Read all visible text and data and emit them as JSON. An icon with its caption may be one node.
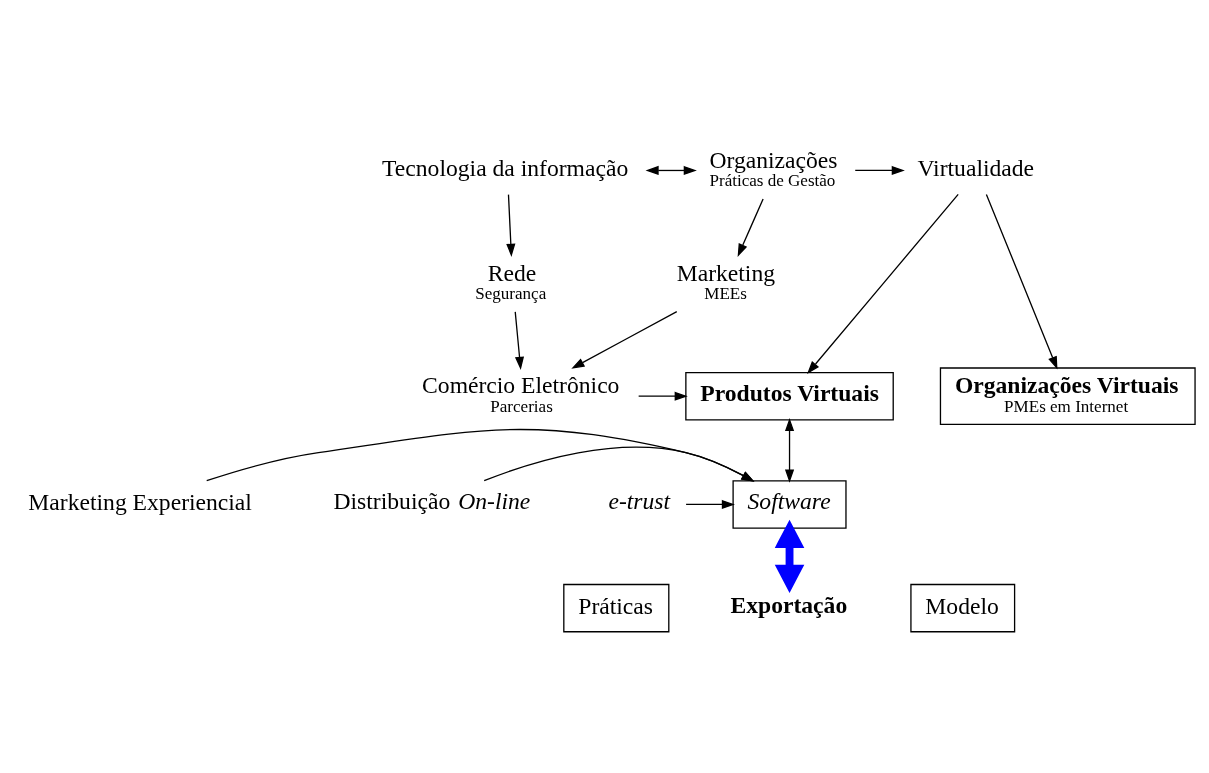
{
  "diagram": {
    "nodes": [
      {
        "text": [
          "Tecnologia da informação"
        ]
      },
      {
        "text": [
          "Organizações",
          "Práticas de Gestão"
        ]
      },
      {
        "text": [
          "Virtualidade"
        ]
      },
      {
        "text": [
          "Rede",
          "Segurança"
        ]
      },
      {
        "text": [
          "Marketing",
          "MEEs"
        ]
      },
      {
        "text": [
          "Comércio Eletrônico",
          "Parcerias"
        ]
      },
      {
        "text": [
          "Produtos Virtuais"
        ]
      },
      {
        "text": [
          "Organizações Virtuais",
          "PMEs em Internet"
        ]
      },
      {
        "text": [
          "Software"
        ]
      },
      {
        "text": [
          "Marketing Experiencial"
        ]
      },
      {
        "text": [
          "Distribuição *On-line*"
        ]
      },
      {
        "text": [
          "e-trust"
        ]
      },
      {
        "text": [
          "Práticas"
        ]
      },
      {
        "text": [
          "Exportação"
        ]
      },
      {
        "text": [
          "Modelo"
        ]
      }
    ],
    "edges": [
      {
        "from": 0,
        "to": 1,
        "arrow": "both"
      },
      {
        "from": 1,
        "to": 2,
        "arrow": "to"
      },
      {
        "from": 0,
        "to": 3,
        "arrow": "to"
      },
      {
        "from": 1,
        "to": 4,
        "arrow": "to"
      },
      {
        "from": 2,
        "to": 6,
        "arrow": "to"
      },
      {
        "from": 2,
        "to": 7,
        "arrow": "to"
      },
      {
        "from": 4,
        "to": 5,
        "arrow": "to"
      },
      {
        "from": 3,
        "to": 5,
        "arrow": "to"
      },
      {
        "from": 5,
        "to": 6,
        "arrow": "to"
      },
      {
        "from": 6,
        "to": 8,
        "arrow": "both"
      },
      {
        "from": 9,
        "to": 8,
        "arrow": "to"
      },
      {
        "from": 10,
        "to": 8,
        "arrow": "to"
      },
      {
        "from": 11,
        "to": 8,
        "arrow": "to"
      },
      {
        "from": 8,
        "to": 13,
        "arrow": "both",
        "style": "thick",
        "color": "#0000ff"
      }
    ]
  }
}
